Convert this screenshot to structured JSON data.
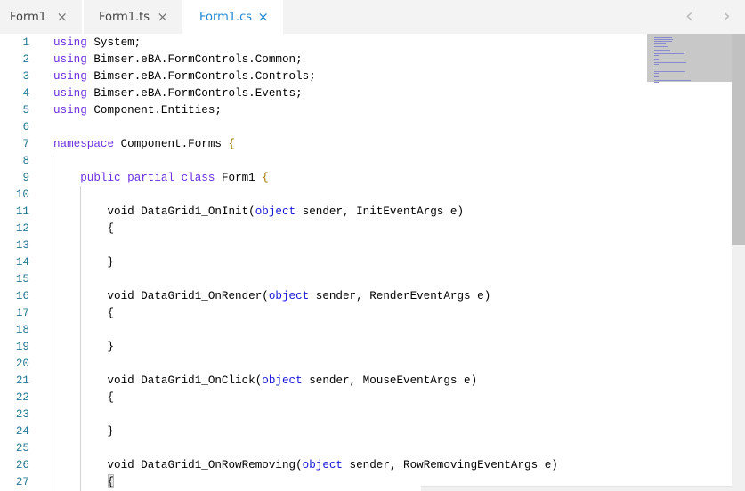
{
  "tabs": [
    {
      "label": "Form1",
      "close": "×",
      "active": false
    },
    {
      "label": "Form1.ts",
      "close": "×",
      "active": false
    },
    {
      "label": "Form1.cs",
      "close": "×",
      "active": true
    }
  ],
  "nav": {
    "prev": "‹",
    "next": "›"
  },
  "lines": [
    [
      [
        "kw",
        "using"
      ],
      [
        "",
        "System;"
      ]
    ],
    [
      [
        "kw",
        "using"
      ],
      [
        "",
        "Bimser.eBA.FormControls.Common;"
      ]
    ],
    [
      [
        "kw",
        "using"
      ],
      [
        "",
        "Bimser.eBA.FormControls.Controls;"
      ]
    ],
    [
      [
        "kw",
        "using"
      ],
      [
        "",
        "Bimser.eBA.FormControls.Events;"
      ]
    ],
    [
      [
        "kw",
        "using"
      ],
      [
        "",
        "Component.Entities;"
      ]
    ],
    [],
    [
      [
        "kw",
        "namespace"
      ],
      [
        "",
        " Component.Forms "
      ],
      [
        "br",
        "{"
      ]
    ],
    [],
    [
      [
        "",
        "    "
      ],
      [
        "kw",
        "public partial class"
      ],
      [
        "",
        " Form1 "
      ],
      [
        "br",
        "{"
      ]
    ],
    [],
    [
      [
        "",
        "        void DataGrid1_OnInit("
      ],
      [
        "ty",
        "object"
      ],
      [
        "",
        " sender, InitEventArgs e)"
      ]
    ],
    [
      [
        "",
        "        {"
      ]
    ],
    [],
    [
      [
        "",
        "        }"
      ]
    ],
    [],
    [
      [
        "",
        "        void DataGrid1_OnRender("
      ],
      [
        "ty",
        "object"
      ],
      [
        "",
        " sender, RenderEventArgs e)"
      ]
    ],
    [
      [
        "",
        "        {"
      ]
    ],
    [],
    [
      [
        "",
        "        }"
      ]
    ],
    [],
    [
      [
        "",
        "        void DataGrid1_OnClick("
      ],
      [
        "ty",
        "object"
      ],
      [
        "",
        " sender, MouseEventArgs e)"
      ]
    ],
    [
      [
        "",
        "        {"
      ]
    ],
    [],
    [
      [
        "",
        "        }"
      ]
    ],
    [],
    [
      [
        "",
        "        void DataGrid1_OnRowRemoving("
      ],
      [
        "ty",
        "object"
      ],
      [
        "",
        " sender, RowRemovingEventArgs e)"
      ]
    ],
    [
      [
        "",
        "        {"
      ]
    ]
  ]
}
